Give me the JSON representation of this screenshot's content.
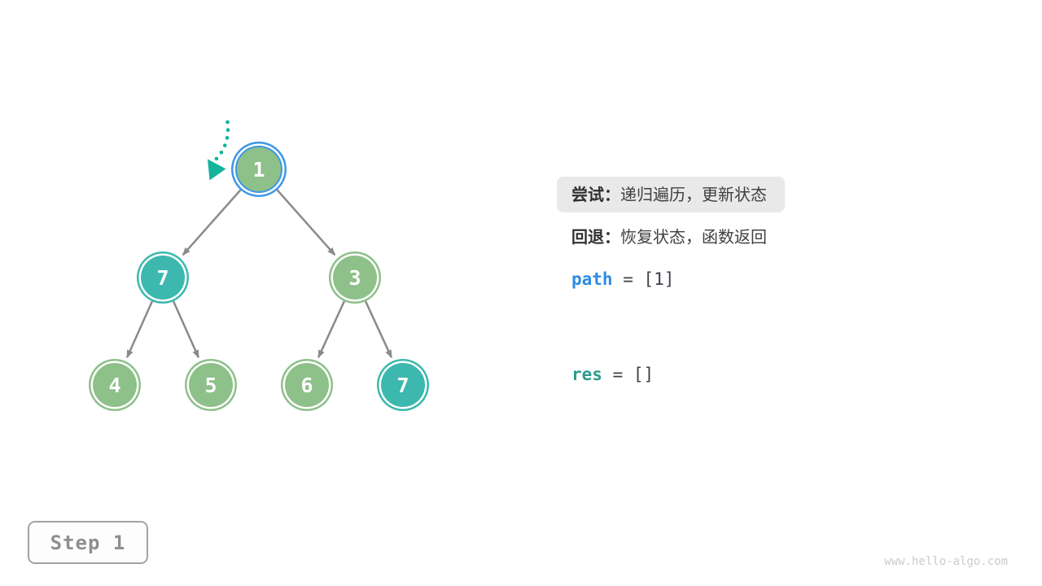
{
  "tree": {
    "nodes": [
      {
        "value": "1",
        "color": "green",
        "ring": "blue-current"
      },
      {
        "value": "7",
        "color": "teal"
      },
      {
        "value": "3",
        "color": "green"
      },
      {
        "value": "4",
        "color": "green"
      },
      {
        "value": "5",
        "color": "green"
      },
      {
        "value": "6",
        "color": "green"
      },
      {
        "value": "7",
        "color": "teal"
      }
    ],
    "edges": [
      [
        "1",
        "7-left"
      ],
      [
        "1",
        "3"
      ],
      [
        "7-left",
        "4"
      ],
      [
        "7-left",
        "5"
      ],
      [
        "3",
        "6"
      ],
      [
        "3",
        "7-right"
      ]
    ]
  },
  "panel": {
    "try": {
      "label": "尝试：",
      "text": "递归遍历，更新状态",
      "highlighted": true
    },
    "back": {
      "label": "回退：",
      "text": "恢复状态，函数返回"
    },
    "path": {
      "keyword": "path",
      "value": "= [1]"
    },
    "res": {
      "keyword": "res",
      "value": "= []"
    }
  },
  "step_badge": {
    "label": "Step 1"
  },
  "watermark": "www.hello-algo.com",
  "colors": {
    "node_green": "#8ec08a",
    "node_teal": "#3cb8ae",
    "current_ring_blue": "#3d97e8",
    "edge_gray": "#8a8a8a",
    "pointer_arrow_teal": "#15b39b",
    "highlight_bg": "#e9e9e9",
    "keyword_path_blue": "#2e8ce4",
    "keyword_res_teal": "#2d9c8c",
    "code_text": "#3d4248",
    "step_text": "#8f8f8f",
    "watermark_gray": "#cbcbcb"
  }
}
